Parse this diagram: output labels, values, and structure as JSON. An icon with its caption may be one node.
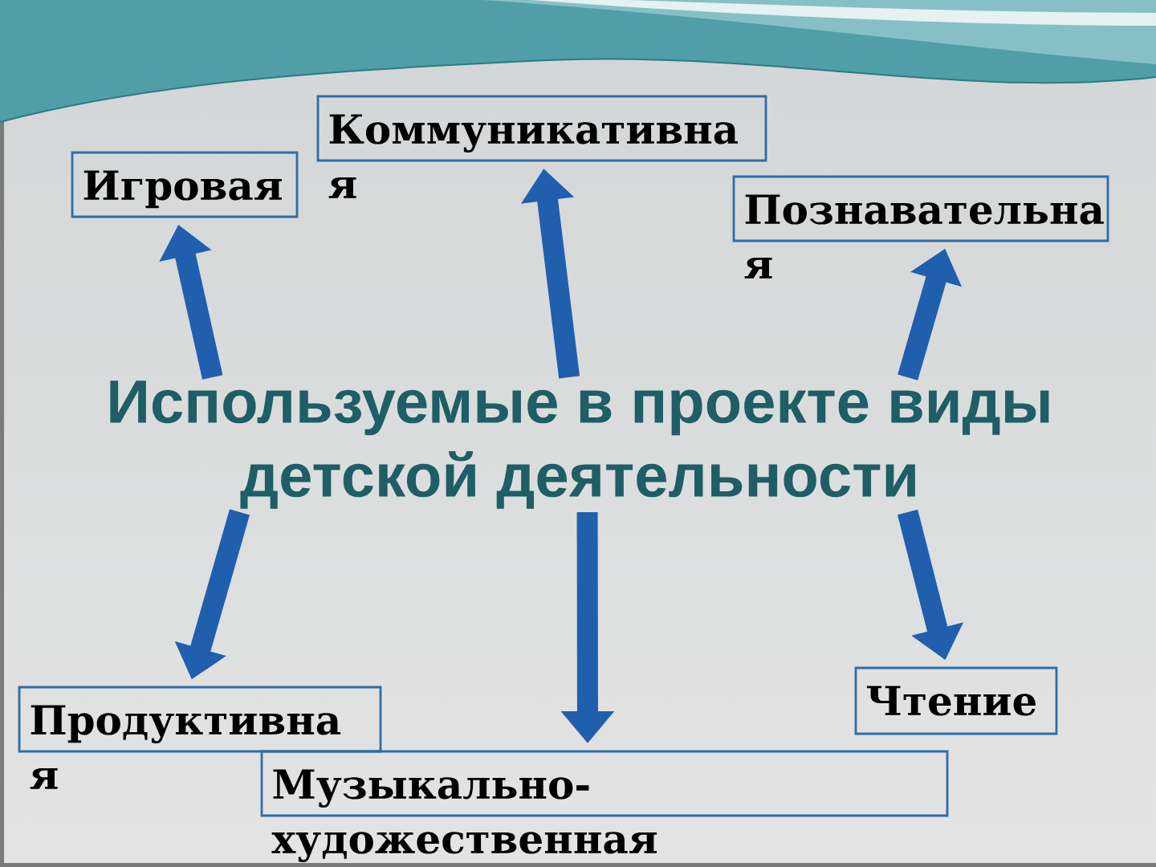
{
  "diagram": {
    "nodes": [
      {
        "text": [
          "Игровая"
        ]
      },
      {
        "text": [
          "Коммуникативна я"
        ]
      },
      {
        "text": [
          "Познавательна я"
        ]
      },
      {
        "text": [
          "Используемые в проекте виды детской деятельности"
        ]
      },
      {
        "text": [
          "Продуктивна я"
        ]
      },
      {
        "text": [
          "Музыкально- художественная"
        ]
      },
      {
        "text": [
          "Чтение"
        ]
      }
    ],
    "edges": [
      {
        "from": 3,
        "to": 0,
        "arrow": "to"
      },
      {
        "from": 3,
        "to": 1,
        "arrow": "to"
      },
      {
        "from": 3,
        "to": 2,
        "arrow": "to"
      },
      {
        "from": 3,
        "to": 4,
        "arrow": "to"
      },
      {
        "from": 3,
        "to": 5,
        "arrow": "to"
      },
      {
        "from": 3,
        "to": 6,
        "arrow": "to"
      }
    ]
  }
}
